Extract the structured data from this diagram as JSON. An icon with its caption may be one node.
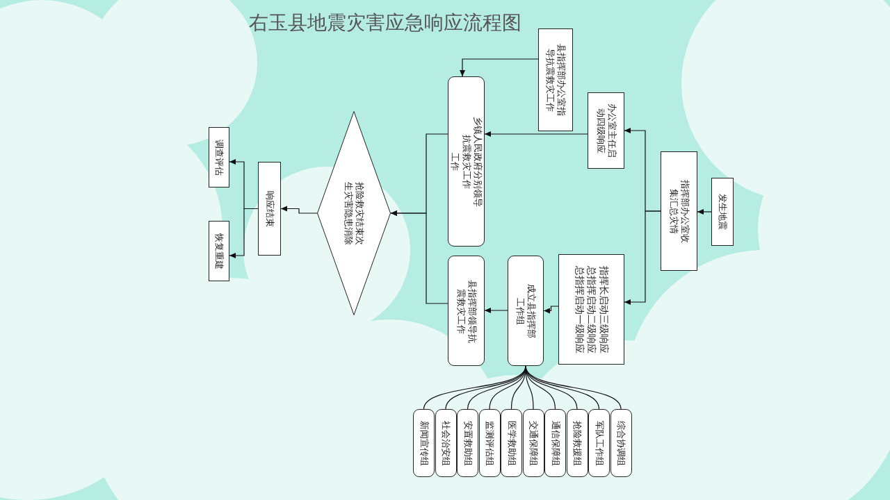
{
  "diagram": {
    "title": "右玉县地震灾害应急响应流程图",
    "nodes": [
      {
        "text": [
          "发生地震"
        ]
      },
      {
        "text": [
          "指挥部办公室收集汇总灾情"
        ]
      },
      {
        "text": [
          "县指挥部办公室指导抗震救灾工作"
        ]
      },
      {
        "text": [
          "办公室主任启动四级响应"
        ]
      },
      {
        "text": [
          "指挥长启动三级响应总指挥启动二级响应总指挥启动一级响应"
        ]
      },
      {
        "text": [
          "乡镇人民政府分别领导抗震救灾工作",
          "工作"
        ]
      },
      {
        "text": [
          "成立县指挥部工作组"
        ]
      },
      {
        "text": [
          "县指挥部领导抗震救灾工作"
        ]
      },
      {
        "text": [
          "抢险救灾结束次生灾害隐患消除"
        ]
      },
      {
        "text": [
          "响应结束"
        ]
      },
      {
        "text": [
          "调查评估"
        ]
      },
      {
        "text": [
          "恢复重建"
        ]
      },
      {
        "text": [
          "新闻宣传组"
        ]
      },
      {
        "text": [
          "社会治安组"
        ]
      },
      {
        "text": [
          "安置救助组"
        ]
      },
      {
        "text": [
          "监测评估组"
        ]
      },
      {
        "text": [
          "医学救助组"
        ]
      },
      {
        "text": [
          "交通保障组"
        ]
      },
      {
        "text": [
          "通信保障组"
        ]
      },
      {
        "text": [
          "抢险救援组"
        ]
      },
      {
        "text": [
          "军队工作组"
        ]
      },
      {
        "text": [
          "综合协调组"
        ]
      }
    ],
    "edges": [
      {
        "from": 0,
        "to": 1,
        "arrow": "to"
      },
      {
        "from": 1,
        "to": 3,
        "arrow": "to"
      },
      {
        "from": 1,
        "to": 4,
        "arrow": "to"
      },
      {
        "from": 3,
        "to": 5,
        "arrow": "to"
      },
      {
        "from": 2,
        "to": 5,
        "arrow": "to"
      },
      {
        "from": 4,
        "to": 6,
        "arrow": "to"
      },
      {
        "from": 6,
        "to": 7,
        "arrow": "to"
      },
      {
        "from": 5,
        "to": 8,
        "arrow": "to"
      },
      {
        "from": 7,
        "to": 8,
        "arrow": "to"
      },
      {
        "from": 8,
        "to": 9,
        "arrow": "to"
      },
      {
        "from": 9,
        "to": 10,
        "arrow": "to"
      },
      {
        "from": 9,
        "to": 11,
        "arrow": "to"
      },
      {
        "from": 6,
        "to": 12,
        "arrow": "none"
      },
      {
        "from": 6,
        "to": 13,
        "arrow": "none"
      },
      {
        "from": 6,
        "to": 14,
        "arrow": "none"
      },
      {
        "from": 6,
        "to": 15,
        "arrow": "none"
      },
      {
        "from": 6,
        "to": 16,
        "arrow": "none"
      },
      {
        "from": 6,
        "to": 17,
        "arrow": "none"
      },
      {
        "from": 6,
        "to": 18,
        "arrow": "none"
      },
      {
        "from": 6,
        "to": 19,
        "arrow": "none"
      },
      {
        "from": 6,
        "to": 20,
        "arrow": "none"
      },
      {
        "from": 6,
        "to": 21,
        "arrow": "none"
      }
    ]
  }
}
